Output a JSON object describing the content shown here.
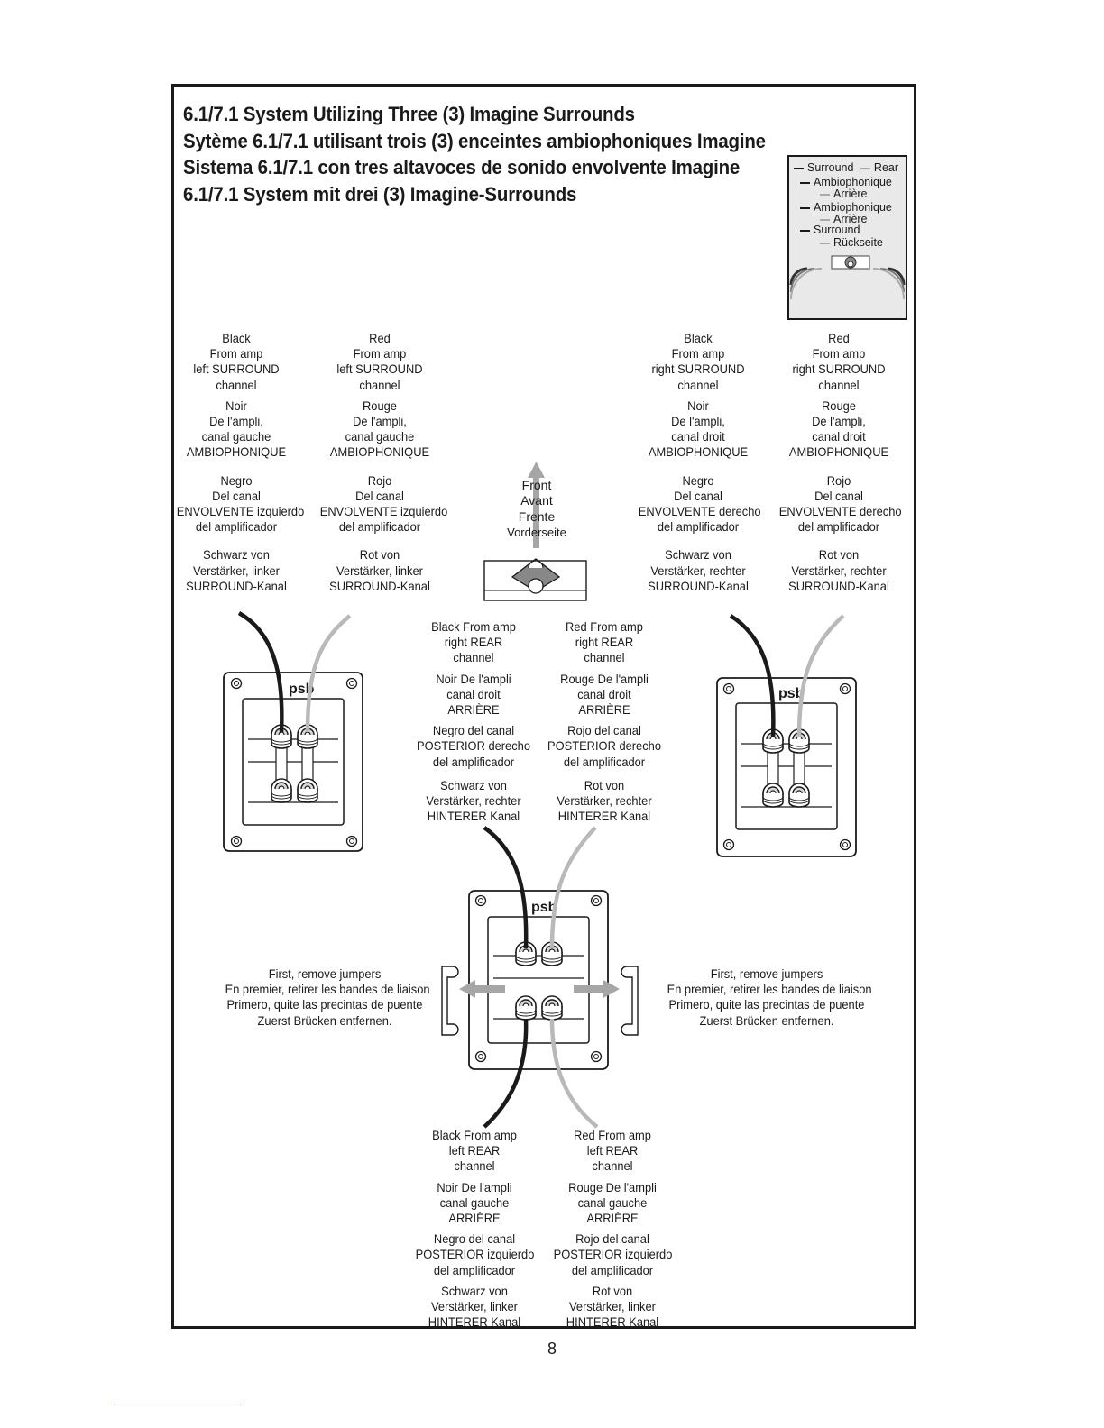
{
  "title": {
    "en": "6.1/7.1 System Utilizing Three (3) Imagine Surrounds",
    "fr": "Sytème 6.1/7.1 utilisant trois (3) enceintes ambiophoniques Imagine",
    "es": "Sistema 6.1/7.1 con tres altavoces de sonido envolvente Imagine",
    "de": "6.1/7.1 System mit drei (3) Imagine-Surrounds"
  },
  "legend": {
    "row1_black": "Surround",
    "row1_grey": "Rear",
    "row2_black": "Ambiophonique",
    "row2_grey": "Arrière",
    "row3_black": "Ambiophonique",
    "row3_grey": "Arrière",
    "row4_black": "Surround",
    "row4_grey": "Rückseite"
  },
  "front": {
    "en": "Front",
    "fr": "Avant",
    "es": "Frente",
    "de": "Vorderseite"
  },
  "left_black": {
    "en": [
      "Black",
      "From amp",
      "left SURROUND",
      "channel"
    ],
    "fr": [
      "Noir",
      "De l'ampli,",
      "canal gauche",
      "AMBIOPHONIQUE"
    ],
    "es": [
      "Negro",
      "Del canal",
      "ENVOLVENTE izquierdo",
      "del amplificador"
    ],
    "de": [
      "Schwarz von",
      "Verstärker, linker",
      "SURROUND-Kanal"
    ]
  },
  "left_red": {
    "en": [
      "Red",
      "From amp",
      "left SURROUND",
      "channel"
    ],
    "fr": [
      "Rouge",
      "De l'ampli,",
      "canal gauche",
      "AMBIOPHONIQUE"
    ],
    "es": [
      "Rojo",
      "Del canal",
      "ENVOLVENTE izquierdo",
      "del amplificador"
    ],
    "de": [
      "Rot von",
      "Verstärker, linker",
      "SURROUND-Kanal"
    ]
  },
  "right_black": {
    "en": [
      "Black",
      "From amp",
      "right SURROUND",
      "channel"
    ],
    "fr": [
      "Noir",
      "De l'ampli,",
      "canal droit",
      "AMBIOPHONIQUE"
    ],
    "es": [
      "Negro",
      "Del canal",
      "ENVOLVENTE derecho",
      "del amplificador"
    ],
    "de": [
      "Schwarz von",
      "Verstärker, rechter",
      "SURROUND-Kanal"
    ]
  },
  "right_red": {
    "en": [
      "Red",
      "From amp",
      "right SURROUND",
      "channel"
    ],
    "fr": [
      "Rouge",
      "De l'ampli,",
      "canal droit",
      "AMBIOPHONIQUE"
    ],
    "es": [
      "Rojo",
      "Del canal",
      "ENVOLVENTE derecho",
      "del amplificador"
    ],
    "de": [
      "Rot von",
      "Verstärker, rechter",
      "SURROUND-Kanal"
    ]
  },
  "rear_right_black": {
    "en": [
      "Black From amp",
      "right REAR",
      "channel"
    ],
    "fr": [
      "Noir De l'ampli",
      "canal droit",
      "ARRIÈRE"
    ],
    "es": [
      "Negro del canal",
      "POSTERIOR derecho",
      "del amplificador"
    ],
    "de": [
      "Schwarz von",
      "Verstärker, rechter",
      "HINTERER Kanal"
    ]
  },
  "rear_right_red": {
    "en": [
      "Red From amp",
      "right REAR",
      "channel"
    ],
    "fr": [
      "Rouge De l'ampli",
      "canal droit",
      "ARRIÈRE"
    ],
    "es": [
      "Rojo del canal",
      "POSTERIOR derecho",
      "del amplificador"
    ],
    "de": [
      "Rot von",
      "Verstärker, rechter",
      "HINTERER Kanal"
    ]
  },
  "rear_left_black": {
    "en": [
      "Black From amp",
      "left REAR",
      "channel"
    ],
    "fr": [
      "Noir De l'ampli",
      "canal gauche",
      "ARRIÈRE"
    ],
    "es": [
      "Negro del canal",
      "POSTERIOR izquierdo",
      "del amplificador"
    ],
    "de": [
      "Schwarz von",
      "Verstärker, linker",
      "HINTERER Kanal"
    ]
  },
  "rear_left_red": {
    "en": [
      "Red From amp",
      "left REAR",
      "channel"
    ],
    "fr": [
      "Rouge De l'ampli",
      "canal gauche",
      "ARRIÈRE"
    ],
    "es": [
      "Rojo del canal",
      "POSTERIOR izquierdo",
      "del amplificador"
    ],
    "de": [
      "Rot von",
      "Verstärker, linker",
      "HINTERER Kanal"
    ]
  },
  "jumpers": {
    "en": "First, remove jumpers",
    "fr": "En premier, retirer les bandes de liaison",
    "es": "Primero, quite las precintas de puente",
    "de": "Zuerst Brücken entfernen."
  },
  "logo_text": "psb",
  "page_number": "8",
  "colors": {
    "black_wire": "#1a1a1a",
    "red_wire": "#b9b9b9",
    "arrow_grey": "#a6a6a6"
  }
}
